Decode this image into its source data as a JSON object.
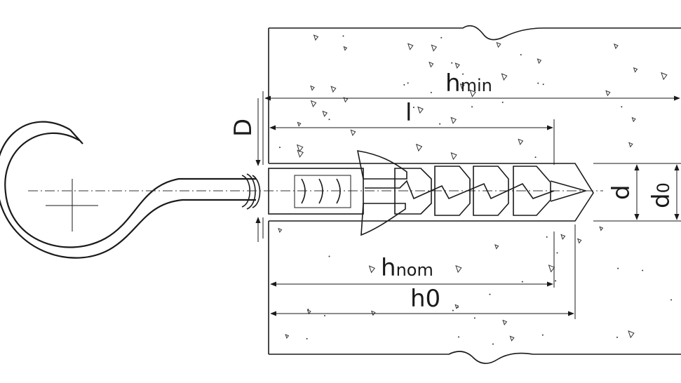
{
  "labels": {
    "h_min_main": "h",
    "h_min_sub": "min",
    "l": "l",
    "D": "D",
    "h_nom_main": "h",
    "h_nom_sub": "nom",
    "h0": "h0",
    "d": "d",
    "d0_main": "d",
    "d0_sub": "0"
  },
  "colors": {
    "stroke": "#1a1a1a",
    "background": "#ffffff"
  }
}
